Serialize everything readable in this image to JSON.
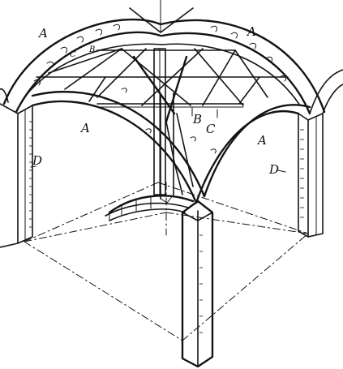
{
  "drawing": {
    "ink_color": "#141414",
    "paper_color": "#ffffff"
  },
  "labels": {
    "a_top_left": "A",
    "a_top_right": "A",
    "a_mid_left": "A",
    "a_mid_right": "A",
    "b_upper": "B",
    "b_center": "B",
    "c_upper_left": "C",
    "c_center": "C",
    "d_left": "D",
    "d_right": "D"
  }
}
